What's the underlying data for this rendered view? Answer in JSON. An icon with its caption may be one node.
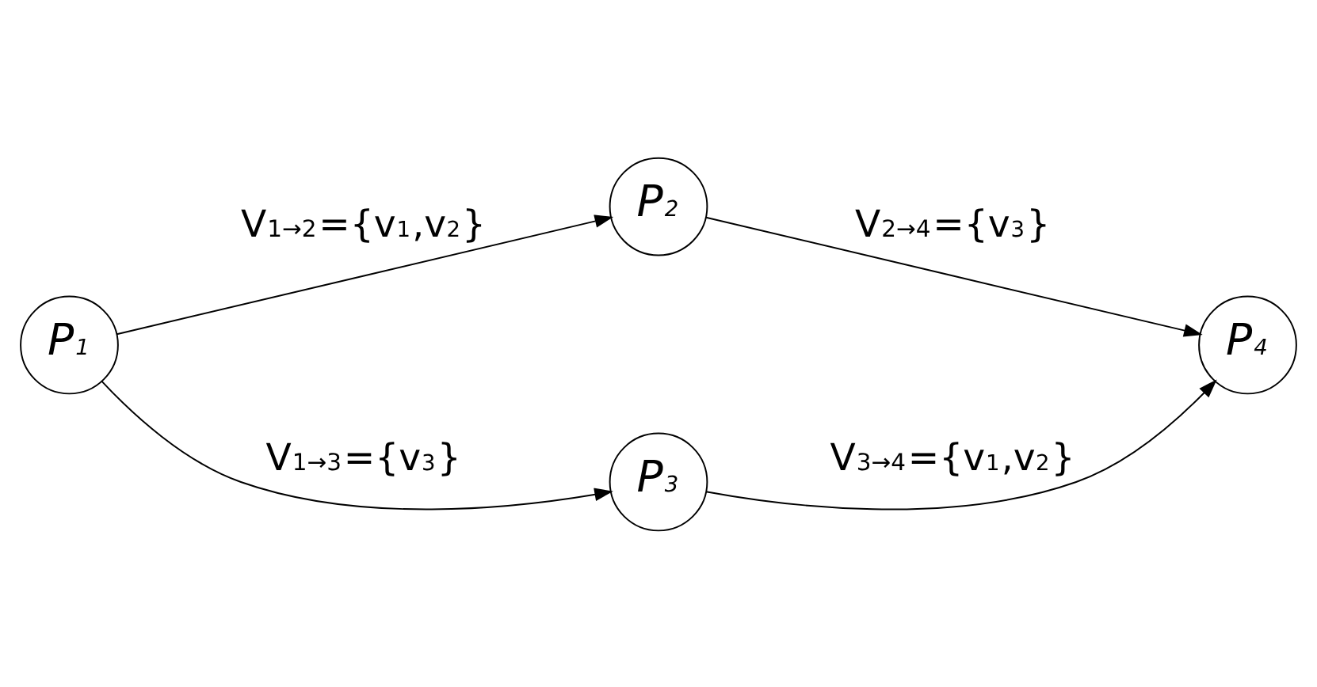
{
  "diagram": {
    "nodes": [
      {
        "text": [
          "P$_{1}$"
        ]
      },
      {
        "text": [
          "P$_{2}$"
        ]
      },
      {
        "text": [
          "P$_{3}$"
        ]
      },
      {
        "text": [
          "P$_{4}$"
        ]
      }
    ],
    "edges": [
      {
        "from": 0,
        "to": 1,
        "arrow": "to",
        "label": "V$^{1→2}$={v$_{1}$,v$_{2}$}"
      },
      {
        "from": 1,
        "to": 3,
        "arrow": "to",
        "label": "V$^{2→4}$={v$_{3}$}"
      },
      {
        "from": 0,
        "to": 2,
        "arrow": "to",
        "label": "V$^{1→3}$={v$_{3}$}"
      },
      {
        "from": 2,
        "to": 3,
        "arrow": "to",
        "label": "V$^{3→4}$={v$_{1}$,v$_{2}$}"
      }
    ]
  }
}
